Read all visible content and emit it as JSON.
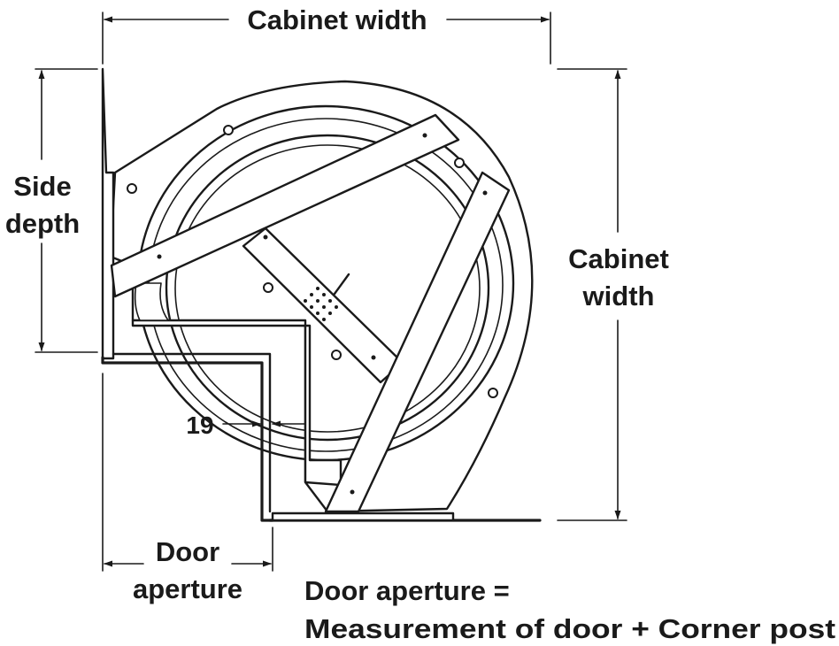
{
  "labels": {
    "cabinet_width_top": "Cabinet width",
    "cabinet_width_right_line1": "Cabinet",
    "cabinet_width_right_line2": "width",
    "side_depth_line1": "Side",
    "side_depth_line2": "depth",
    "dimension_19": "19",
    "door_aperture_line1": "Door",
    "door_aperture_line2": "aperture",
    "formula_line1": "Door aperture =",
    "formula_line2": "Measurement of door + Corner post"
  },
  "colors": {
    "line": "#1a1a1a",
    "background": "#ffffff"
  }
}
